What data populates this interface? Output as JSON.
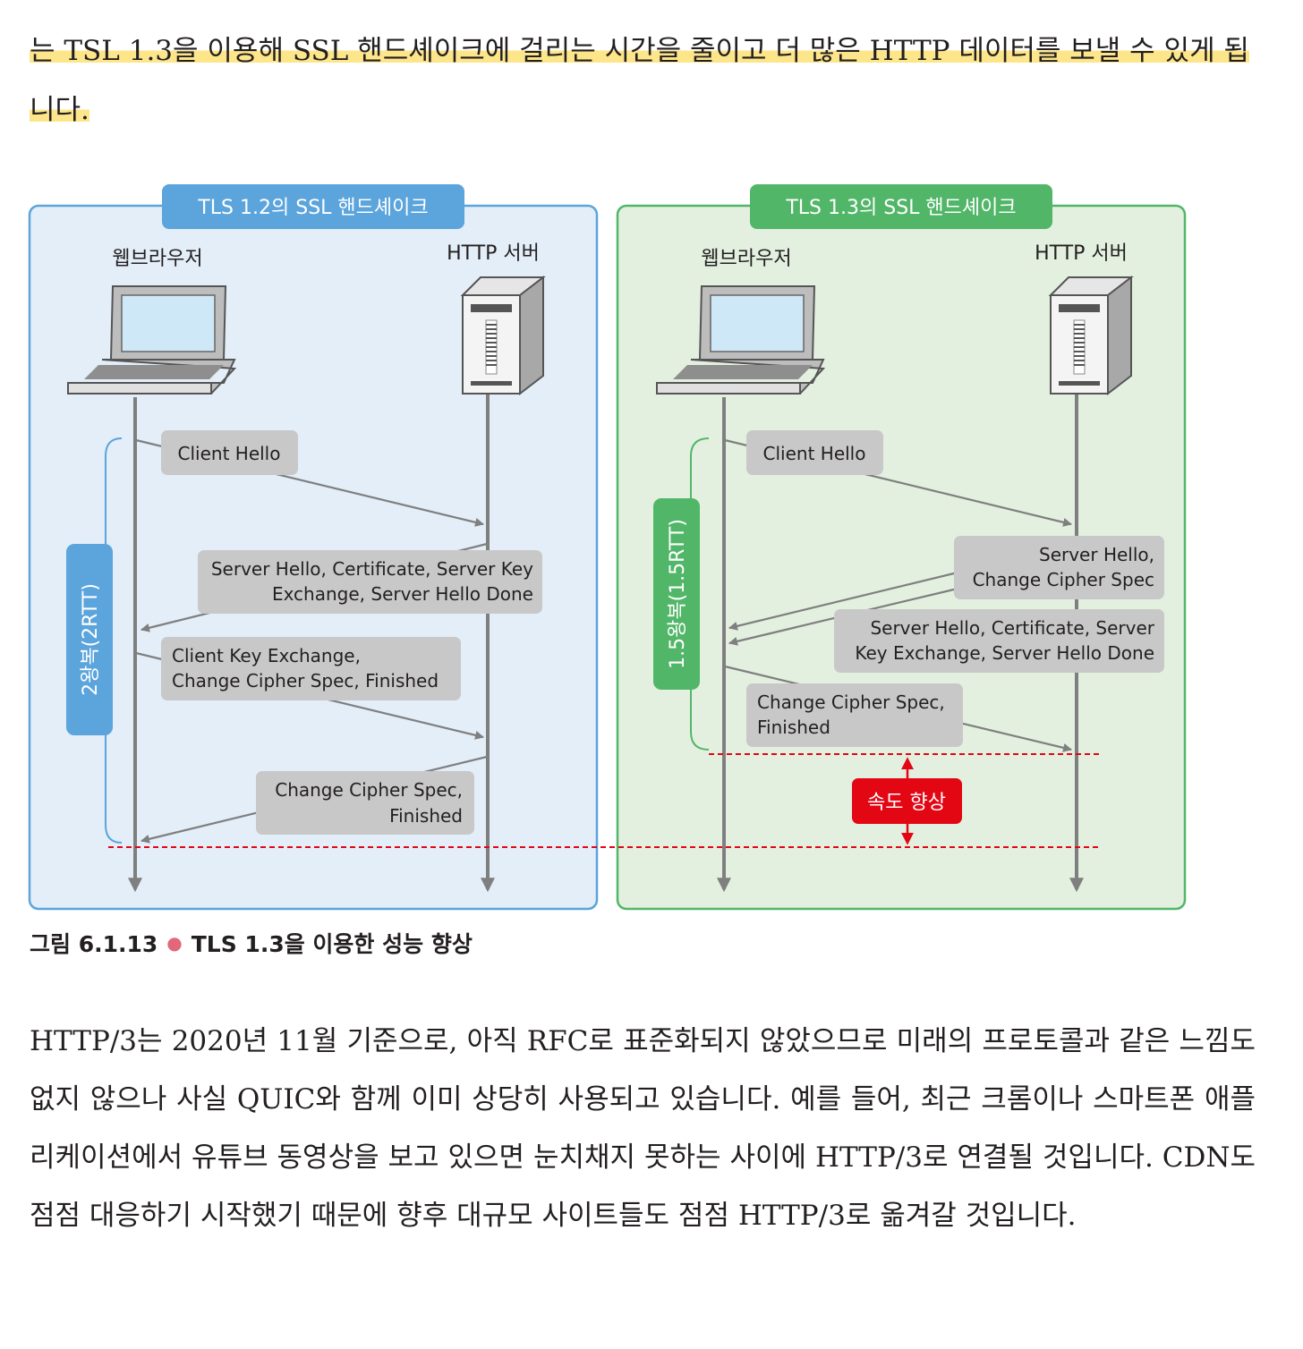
{
  "top_paragraph": {
    "text": "는 TSL 1.3을 이용해 SSL 핸드셰이크에 걸리는 시간을 줄이고 더 많은 HTTP 데이터를 보낼 수 있게 됩니다."
  },
  "figure": {
    "left_panel": {
      "title": "TLS 1.2의 SSL 핸드셰이크",
      "client_label": "웹브라우저",
      "server_label": "HTTP 서버",
      "rtt_badge": "2왕복(2RTT)",
      "messages": {
        "m1": "Client Hello",
        "m2_line1": "Server Hello, Certificate, Server Key",
        "m2_line2": "Exchange, Server Hello Done",
        "m3_line1": "Client Key Exchange,",
        "m3_line2": "Change Cipher Spec, Finished",
        "m4_line1": "Change Cipher Spec,",
        "m4_line2": "Finished"
      }
    },
    "right_panel": {
      "title": "TLS 1.3의 SSL 핸드셰이크",
      "client_label": "웹브라우저",
      "server_label": "HTTP 서버",
      "rtt_badge": "1.5왕복(1.5RTT)",
      "speedup_label": "속도 향상",
      "messages": {
        "m1": "Client Hello",
        "m2_line1": "Server Hello,",
        "m2_line2": "Change Cipher Spec",
        "m3_line1": "Server Hello, Certificate, Server",
        "m3_line2": "Key Exchange, Server Hello Done",
        "m4_line1": "Change Cipher Spec,",
        "m4_line2": "Finished"
      }
    },
    "colors": {
      "tls12_accent": "#5ba4dc",
      "tls12_bg": "#e3eef8",
      "tls13_accent": "#52b669",
      "tls13_bg": "#e3f0e0",
      "message_box": "#c8c8c8",
      "arrow": "#7f7f7f",
      "speedup": "#e30613"
    }
  },
  "caption": {
    "label": "그림 6.1.13",
    "text": "TLS 1.3을 이용한 성능 향상"
  },
  "bottom_paragraph": {
    "text": "HTTP/3는 2020년 11월 기준으로, 아직 RFC로 표준화되지 않았으므로 미래의 프로토콜과 같은 느낌도 없지 않으나 사실 QUIC와 함께 이미 상당히 사용되고 있습니다. 예를 들어, 최근 크롬이나 스마트폰 애플리케이션에서 유튜브 동영상을 보고 있으면 눈치채지 못하는 사이에 HTTP/3로 연결될 것입니다. CDN도 점점 대응하기 시작했기 때문에 향후 대규모 사이트들도 점점 HTTP/3로 옮겨갈 것입니다."
  }
}
